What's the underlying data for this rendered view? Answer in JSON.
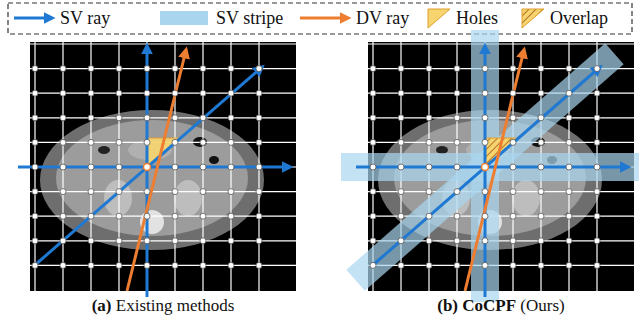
{
  "diagram": {
    "labels": [
      "(a)",
      "Existing methods",
      "(b)",
      "CoCPF",
      "(Ours)"
    ],
    "legend": [
      {
        "text": "SV ray"
      },
      {
        "text": "SV stripe"
      },
      {
        "text": "DV ray"
      },
      {
        "text": "Holes"
      },
      {
        "text": "Overlap"
      }
    ]
  }
}
